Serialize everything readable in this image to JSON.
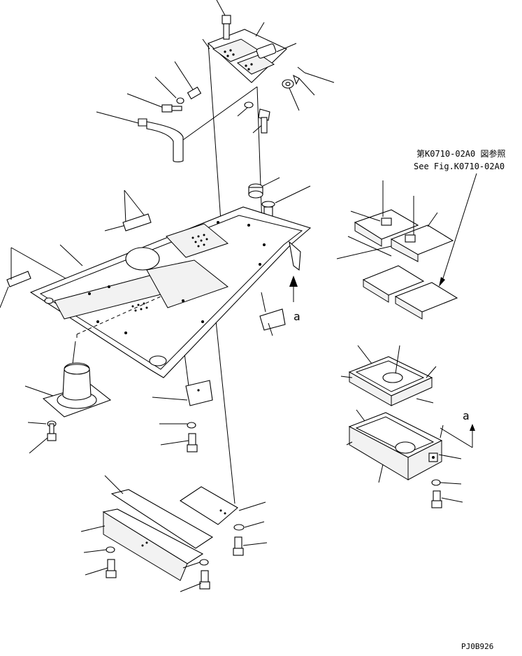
{
  "references": {
    "japanese": "第K0710-02A0 図参照",
    "english": "See Fig.K0710-02A0"
  },
  "view_marker_a": "a",
  "view_marker_a_2": "a",
  "drawing_code": "PJ0B926"
}
